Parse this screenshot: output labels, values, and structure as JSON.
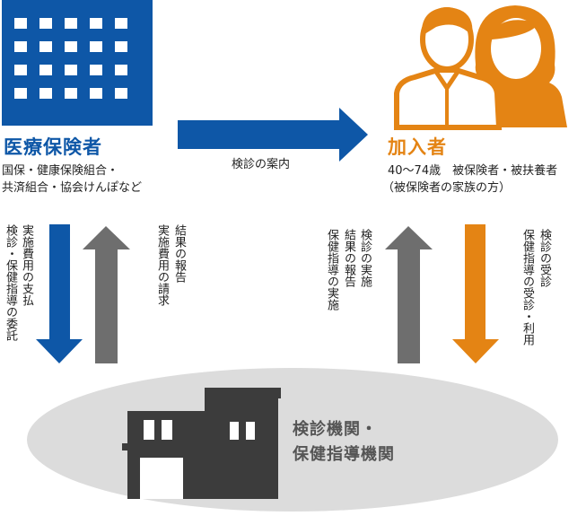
{
  "insurer": {
    "title": "医療保険者",
    "line1": "国保・健康保険組合・",
    "line2": "共済組合・協会けんぽなど"
  },
  "member": {
    "title": "加入者",
    "line1": "40〜74歳　被保険者・被扶養者",
    "line2": "（被保険者の家族の方）"
  },
  "arrows": {
    "guide": "検診の案内",
    "insurer_down": {
      "line1": "実施費用の支払",
      "line2": "検診・保健指導の委託"
    },
    "insurer_up": {
      "line1": "結果の報告",
      "line2": "実施費用の請求"
    },
    "facility_up": {
      "line1": "検診の実施",
      "line2": "結果の報告",
      "line3": "保健指導の実施"
    },
    "member_down": {
      "line1": "検診の受診",
      "line2": "保健指導の受診・利用"
    }
  },
  "facility": {
    "line1": "検診機関・",
    "line2": "保健指導機関"
  },
  "colors": {
    "blue": "#0e57a7",
    "orange": "#e48414",
    "gray": "#6e6e6e",
    "ellipse": "#dcdcdc",
    "building": "#3c3c3c"
  },
  "icons": {
    "insurer": "office-building-icon",
    "member": "people-icon",
    "facility": "clinic-building-icon"
  }
}
